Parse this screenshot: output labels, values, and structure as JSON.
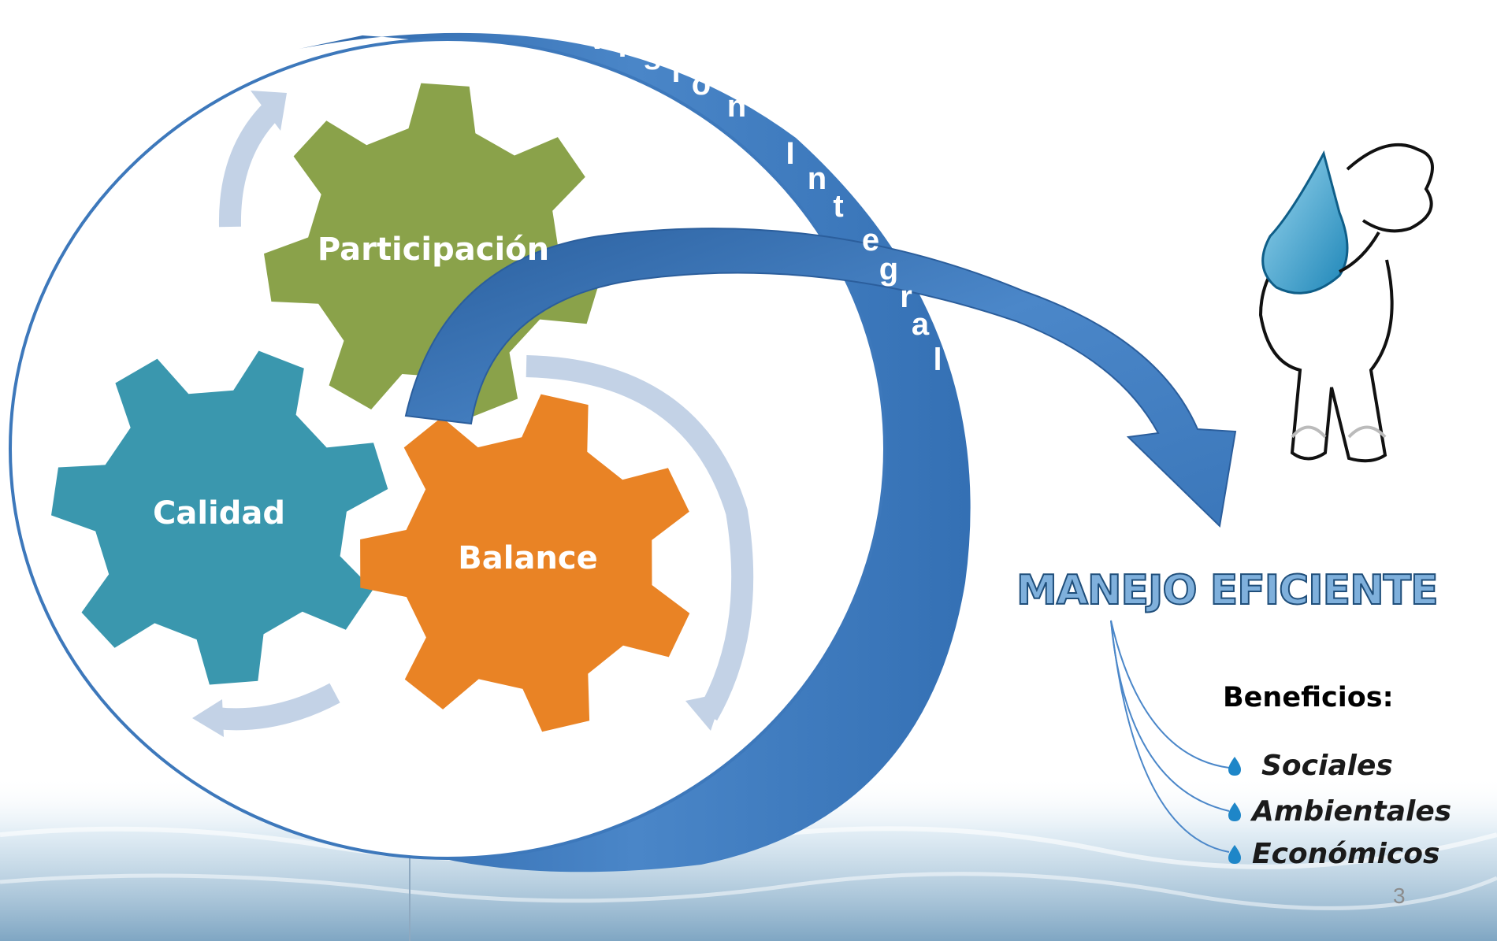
{
  "gears": {
    "participacion": "Participación",
    "calidad": "Calidad",
    "balance": "Balance"
  },
  "arc_text": "Visión Integral",
  "outcome": {
    "title": "MANEJO EFICIENTE",
    "benefits_heading": "Beneficios:",
    "benefits": [
      "Sociales",
      "Ambientales",
      "Económicos"
    ]
  },
  "page_number": "3",
  "icons": {
    "mascot": "water-drop-mascot-icon",
    "bullet": "water-drop-icon"
  },
  "colors": {
    "participacion_gear": "#8aa24a",
    "calidad_gear": "#3a97ae",
    "balance_gear": "#e98325",
    "ribbon": "#3d78bb",
    "cycle_arrows": "#c3d2e6",
    "title_fill": "#7fb0dc",
    "title_outline": "#1f4e7a"
  }
}
